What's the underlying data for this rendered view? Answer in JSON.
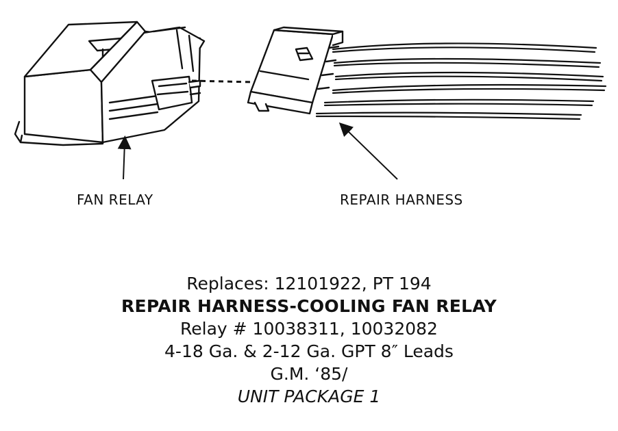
{
  "diagram": {
    "callouts": {
      "fan_relay": "FAN RELAY",
      "repair_harness": "REPAIR HARNESS"
    }
  },
  "caption": {
    "replaces": "Replaces: 12101922, PT 194",
    "product_name": "REPAIR HARNESS-COOLING FAN RELAY",
    "relay_numbers": "Relay # 10038311, 10032082",
    "leads": "4-18 Ga. & 2-12 Ga. GPT 8″ Leads",
    "application": "G.M. ‘85/",
    "unit_package": "UNIT PACKAGE 1"
  },
  "colors": {
    "ink": "#111111",
    "background": "#ffffff"
  }
}
